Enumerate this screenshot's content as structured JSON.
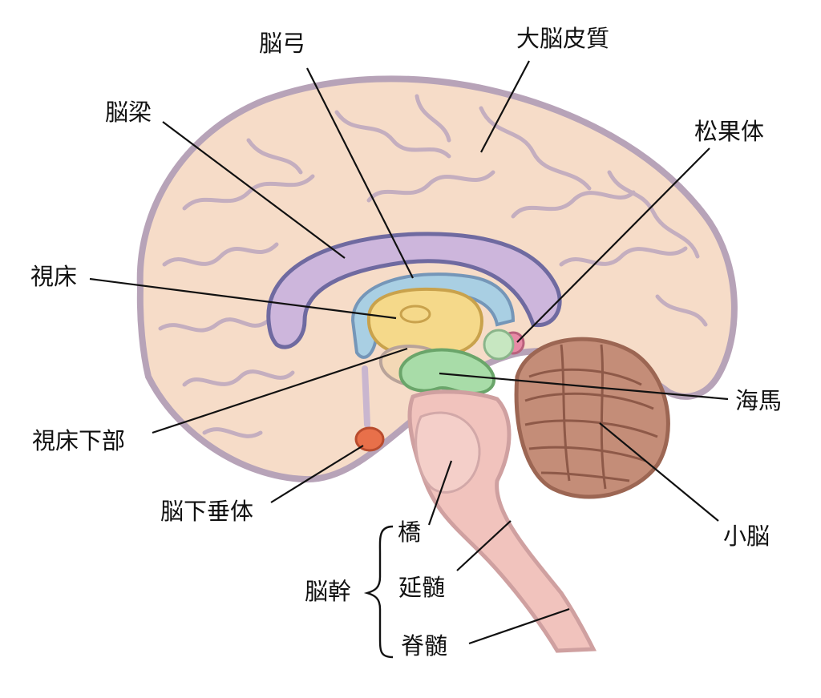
{
  "labels": {
    "noukyu": "脳弓",
    "daino_hishitsu": "大脳皮質",
    "nouryou": "脳梁",
    "shoukatai": "松果体",
    "shishou": "視床",
    "kaiba": "海馬",
    "shishou_kabu": "視床下部",
    "noukasuitai": "脳下垂体",
    "shounou": "小脳",
    "kyou": "橋",
    "enzui": "延髄",
    "noukan": "脳幹",
    "sekizui": "脊髄"
  },
  "colors": {
    "cortex": "#f6dcc8",
    "cortex_outline": "#b7a3b8",
    "corpus_callosum": "#cdb6dc",
    "fornix": "#a9cfe3",
    "thalamus": "#f5d98a",
    "hypothalamus": "#f3d8b6",
    "hippocampus": "#a8dca8",
    "pineal": "#e88aa6",
    "pituitary": "#e8704a",
    "brainstem": "#f1c3bd",
    "cerebellum": "#c48d78",
    "leader_line": "#111111"
  }
}
